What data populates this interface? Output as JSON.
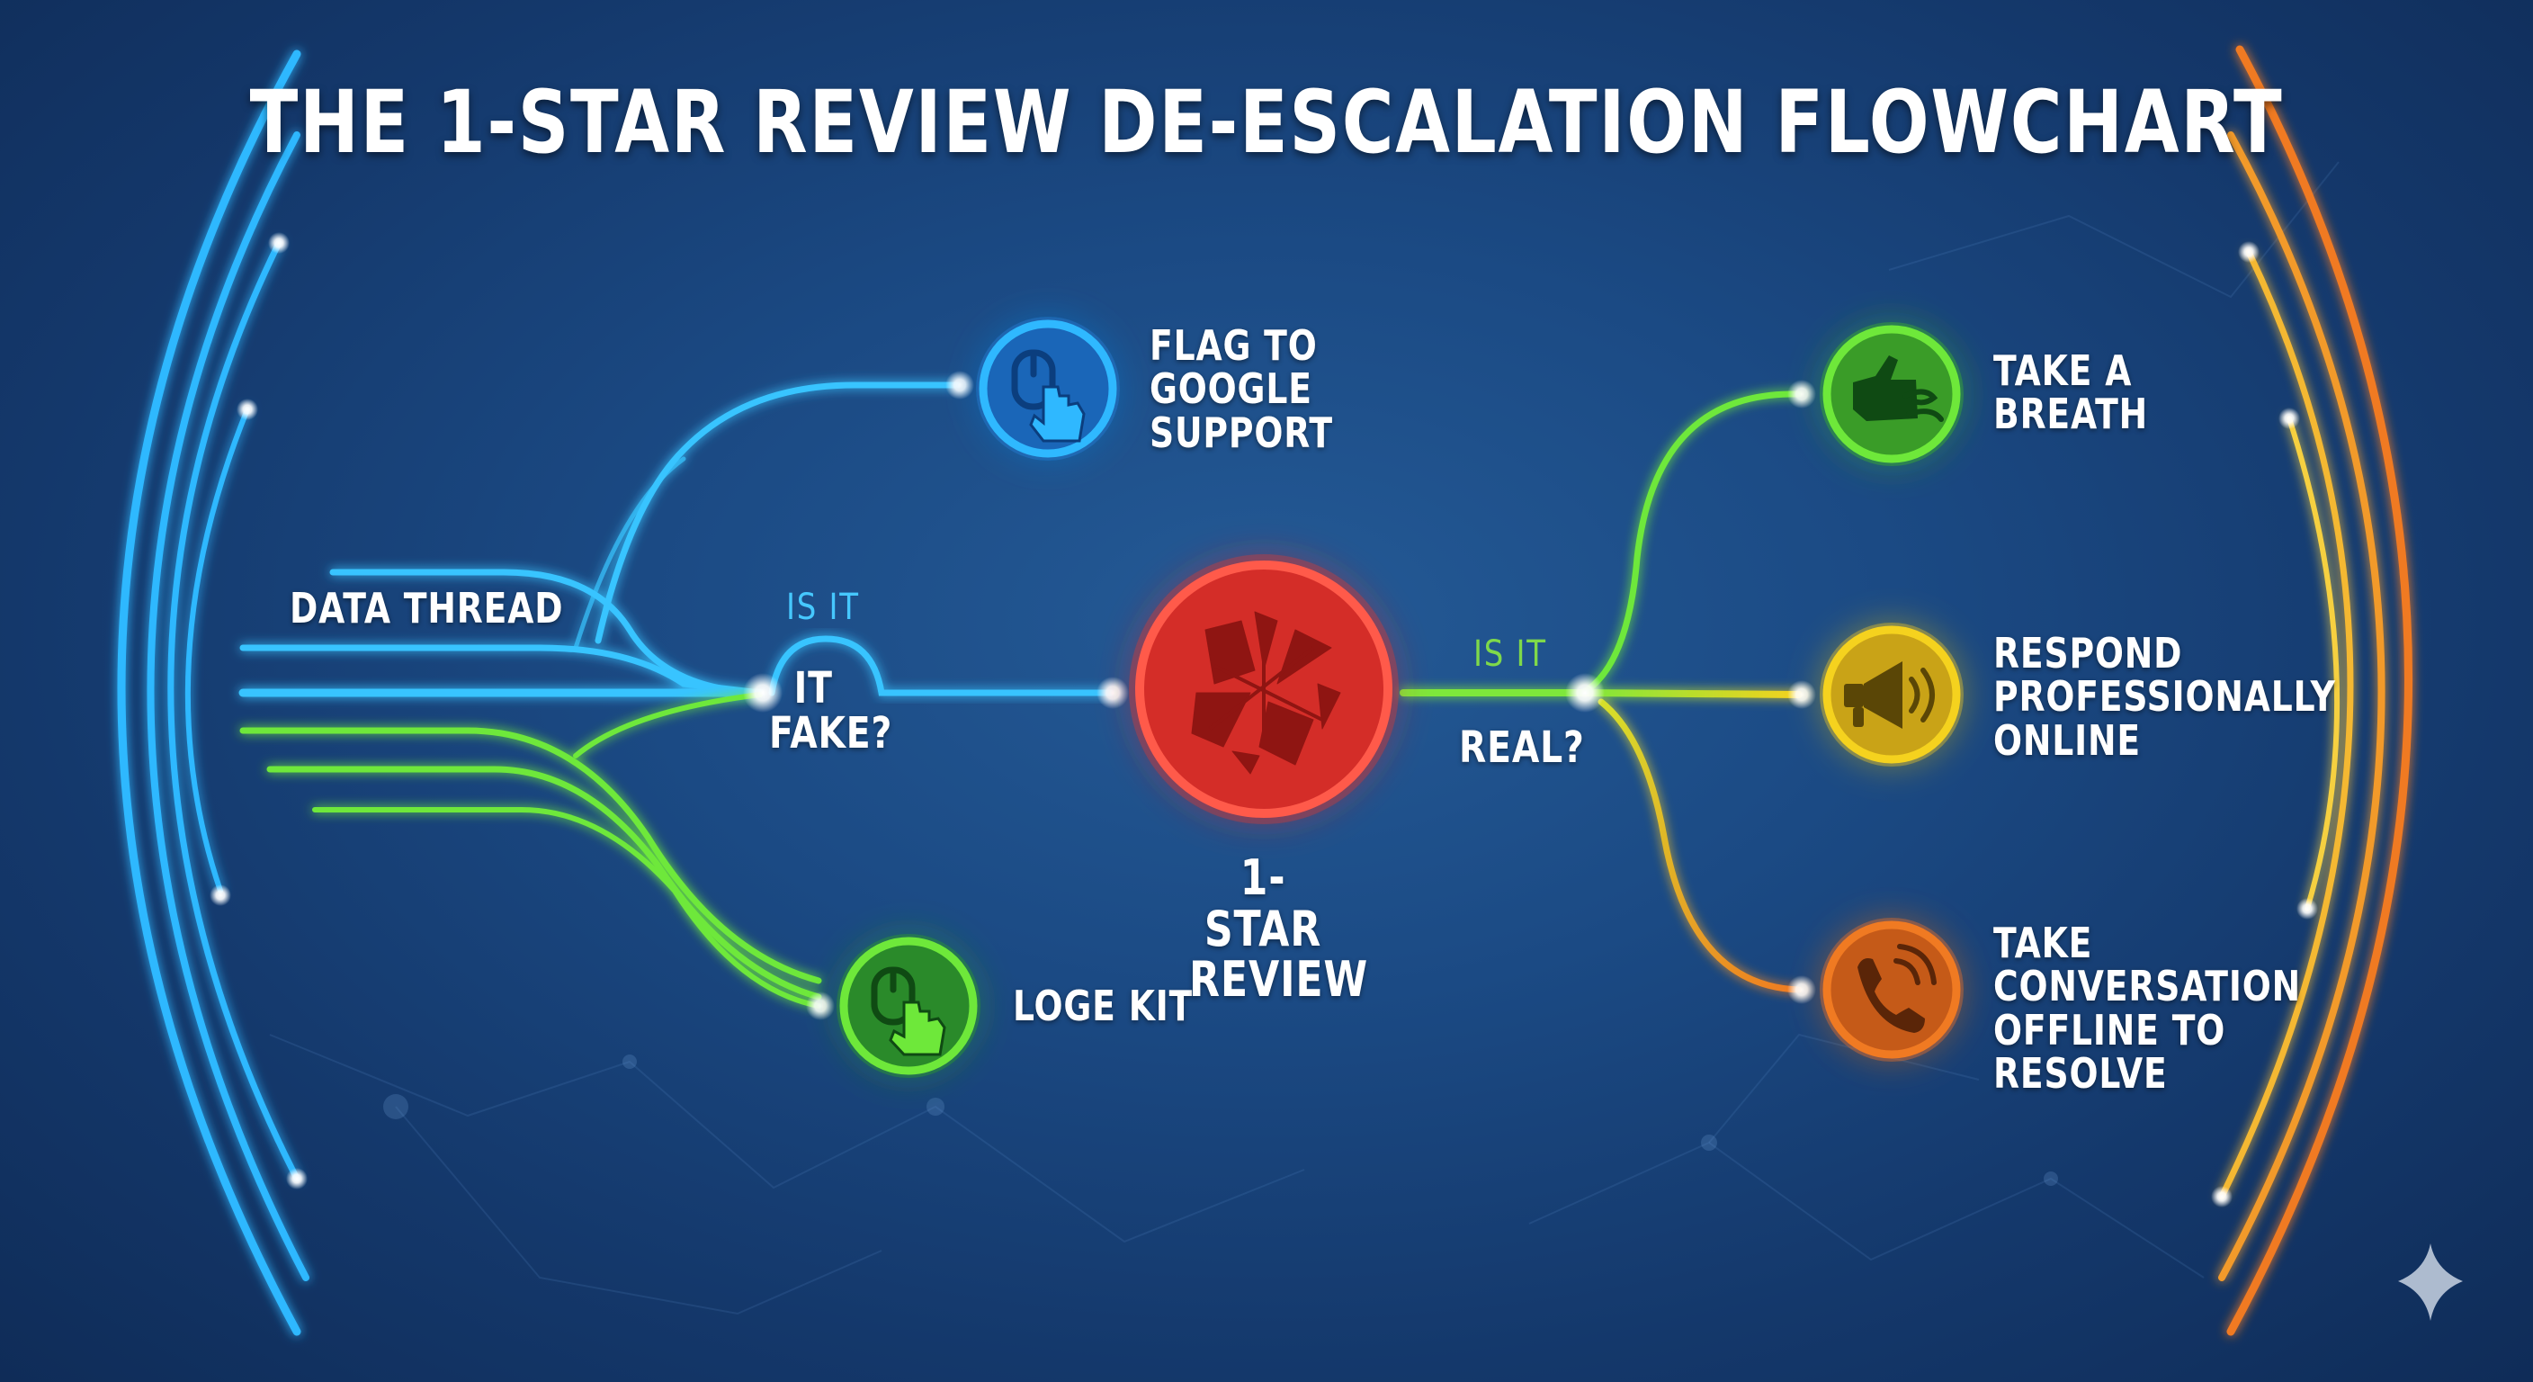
{
  "title": "THE 1-STAR REVIEW DE-ESCALATION FLOWCHART",
  "colors": {
    "blue": "#2fc0ff",
    "green": "#5fe43a",
    "red": "#e5342c",
    "yellow": "#f2d21e",
    "orange": "#f07a22",
    "background": "#1b4a84"
  },
  "left_branch": {
    "data_thread_label": "DATA THREAD",
    "question_top": "IS IT",
    "question_main": "IT\nFAKE?",
    "nodes": [
      {
        "label": "FLAG TO\nGOOGLE\nSUPPORT",
        "icon": "mouse-click-icon",
        "color": "#2fa8f0"
      },
      {
        "label": "LOGE KIT",
        "icon": "mouse-click-icon",
        "color": "#3cc33a"
      }
    ]
  },
  "center": {
    "label": "1-STAR\nREVIEW",
    "icon": "shattered-star-icon",
    "color": "#e5342c"
  },
  "right_branch": {
    "question_top": "IS IT",
    "question_main": "REAL?",
    "nodes": [
      {
        "label": "TAKE A\nBREATH",
        "icon": "breath-hand-icon",
        "color": "#46c233"
      },
      {
        "label": "RESPOND\nPROFESSIONALLY\nONLINE",
        "icon": "megaphone-icon",
        "color": "#e8c21a"
      },
      {
        "label": "TAKE\nCONVERSATION\nOFFLINE TO\nRESOLVE",
        "icon": "phone-icon",
        "color": "#ea6e1e"
      }
    ]
  }
}
